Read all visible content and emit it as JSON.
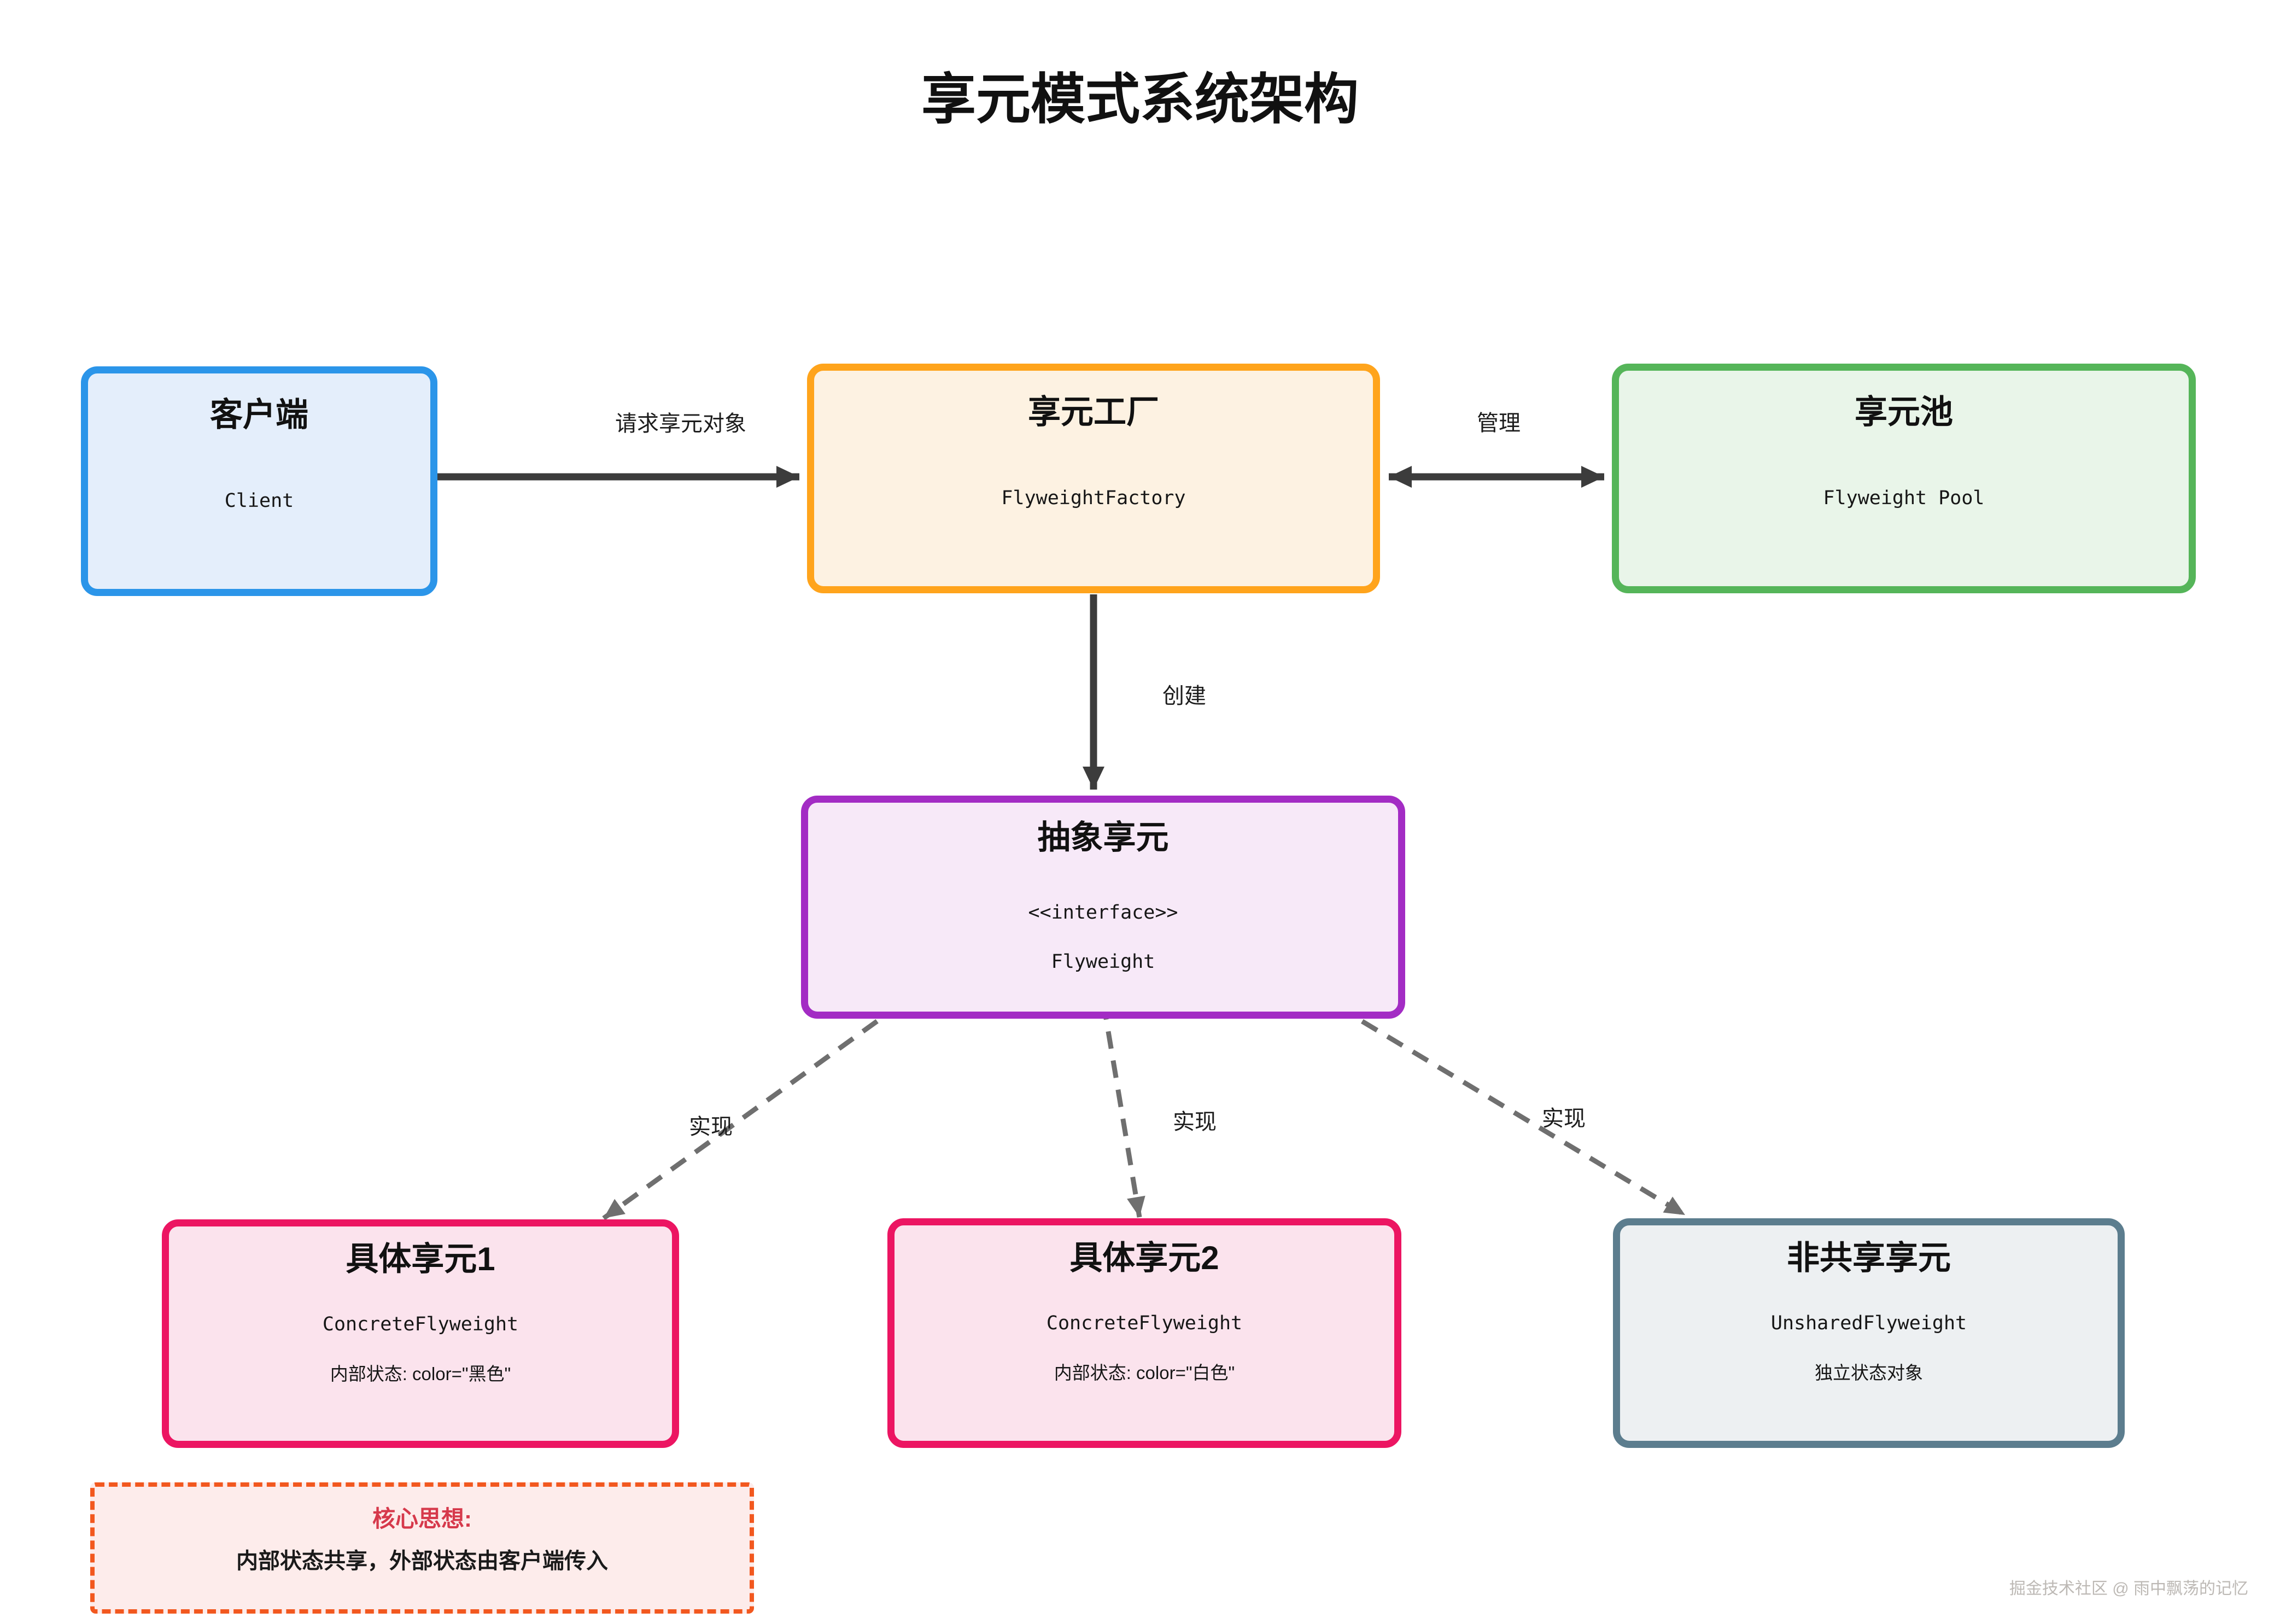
{
  "title": "享元模式系统架构",
  "nodes": {
    "client": {
      "title": "客户端",
      "subtitle": "Client"
    },
    "factory": {
      "title": "享元工厂",
      "subtitle": "FlyweightFactory"
    },
    "pool": {
      "title": "享元池",
      "subtitle": "Flyweight Pool"
    },
    "abstract": {
      "title": "抽象享元",
      "stereotype": "<<interface>>",
      "subtitle": "Flyweight"
    },
    "concrete1": {
      "title": "具体享元1",
      "subtitle": "ConcreteFlyweight",
      "detail": "内部状态: color=\"黑色\""
    },
    "concrete2": {
      "title": "具体享元2",
      "subtitle": "ConcreteFlyweight",
      "detail": "内部状态: color=\"白色\""
    },
    "unshared": {
      "title": "非共享享元",
      "subtitle": "UnsharedFlyweight",
      "detail": "独立状态对象"
    }
  },
  "edges": {
    "request": "请求享元对象",
    "manage": "管理",
    "create": "创建",
    "implement": "实现"
  },
  "note": {
    "title": "核心思想:",
    "body": "内部状态共享，外部状态由客户端传入"
  },
  "watermark": "掘金技术社区 @ 雨中飘荡的记忆",
  "colors": {
    "client_border": "#2b95e9",
    "client_fill": "#e4eefb",
    "factory_border": "#ffa41c",
    "factory_fill": "#fdf2e2",
    "pool_border": "#55b559",
    "pool_fill": "#e9f5e9",
    "abstract_border": "#a32cc4",
    "abstract_fill": "#f7e9f8",
    "concrete_border": "#ec1562",
    "concrete_fill": "#fbe3ed",
    "unshared_border": "#5c7d8e",
    "unshared_fill": "#edf0f2",
    "note_border": "#f2581f",
    "note_fill": "#fdeceb",
    "note_title_text": "#d6394b",
    "solid_arrow": "#3c3c3c",
    "dashed_arrow": "#6f6f6f",
    "watermark_text": "#bdb9b5"
  }
}
